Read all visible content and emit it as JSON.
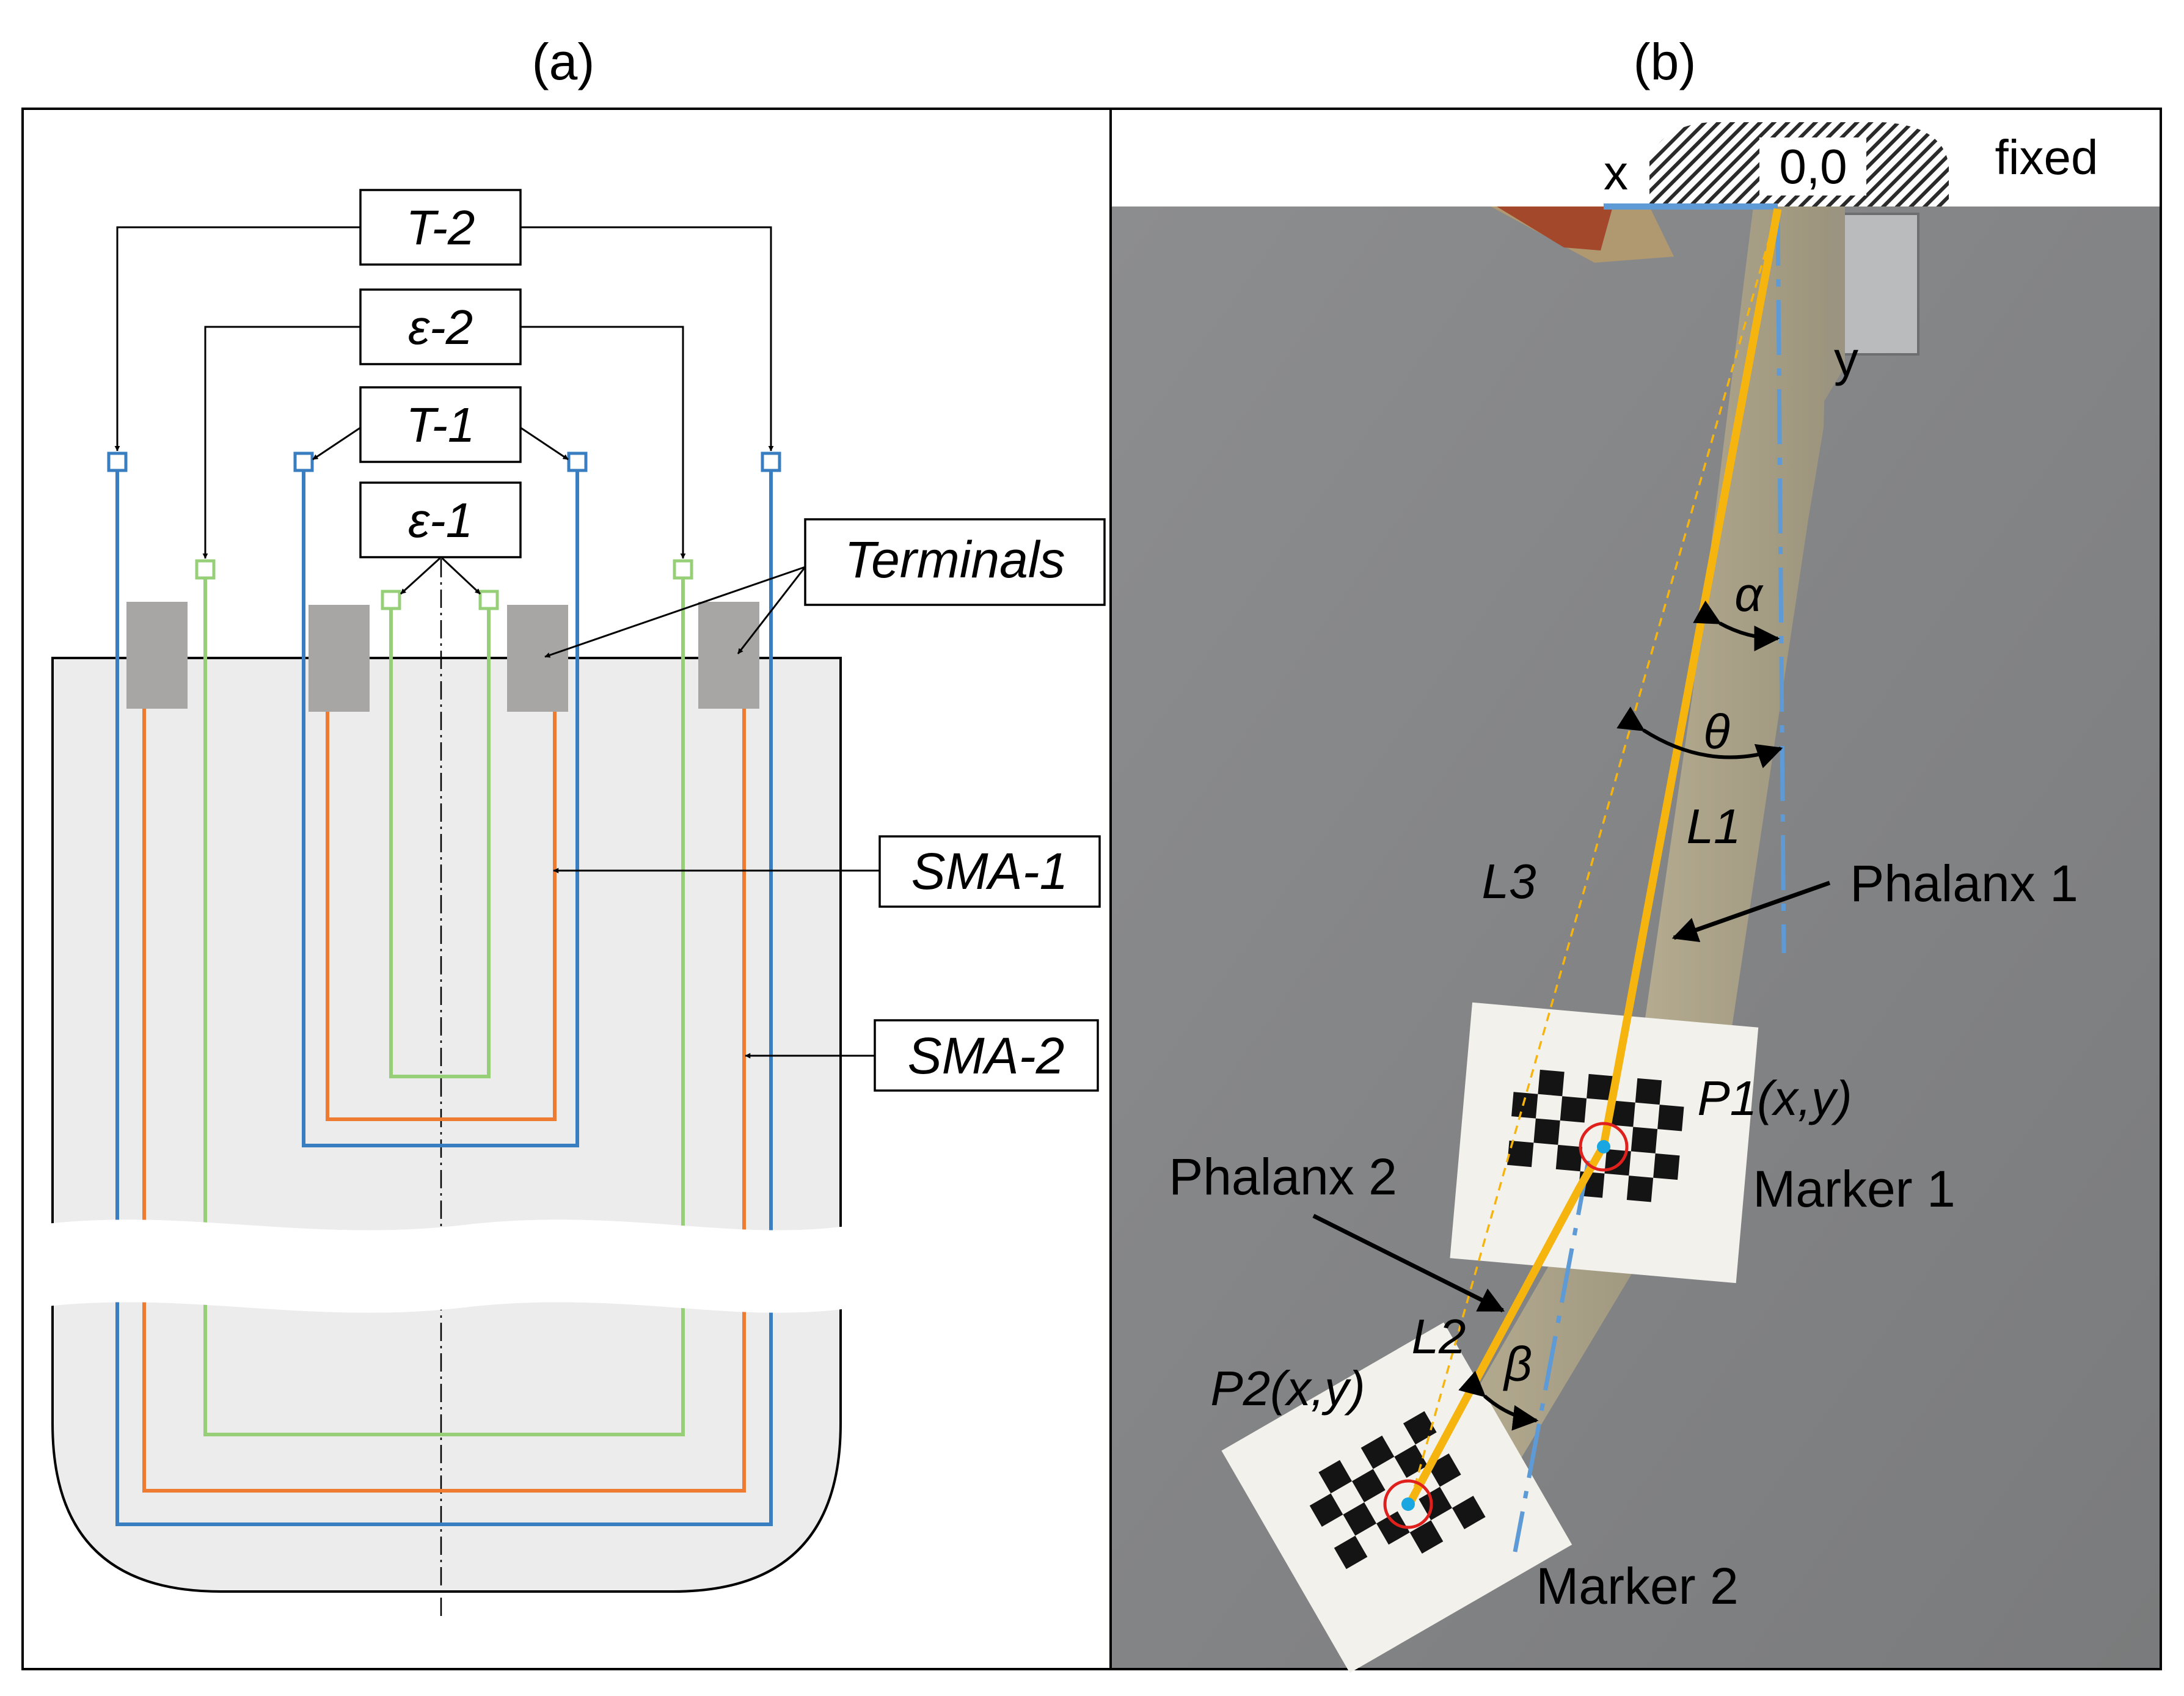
{
  "panel_a": {
    "caption": "(a)",
    "labels": {
      "t2": "T-2",
      "e2": "ε-2",
      "t1": "T-1",
      "e1": "ε-1",
      "terminals": "Terminals",
      "sma1": "SMA-1",
      "sma2": "SMA-2"
    },
    "colors": {
      "temperature_wire": "#3a7ec2",
      "strain_wire": "#97cf78",
      "sma_wire": "#ee7b31",
      "terminal_block": "#a8a5a5",
      "substrate": "#ececec"
    }
  },
  "panel_b": {
    "caption": "(b)",
    "labels": {
      "x_axis": "x",
      "origin": "0,0",
      "fixed": "fixed",
      "y_axis": "y",
      "alpha": "α",
      "theta": "θ",
      "l1": "L1",
      "l3": "L3",
      "phalanx1": "Phalanx 1",
      "p1": "P1(x,y)",
      "marker1": "Marker 1",
      "phalanx2": "Phalanx 2",
      "l2": "L2",
      "beta": "β",
      "p2": "P2(x,y)",
      "marker2": "Marker 2"
    },
    "colors": {
      "phalanx_line": "#f6b40f",
      "axis_line": "#5d9ad6",
      "target_circle": "#e0201c",
      "target_dot": "#1aa6e0",
      "background": "#848586"
    }
  }
}
